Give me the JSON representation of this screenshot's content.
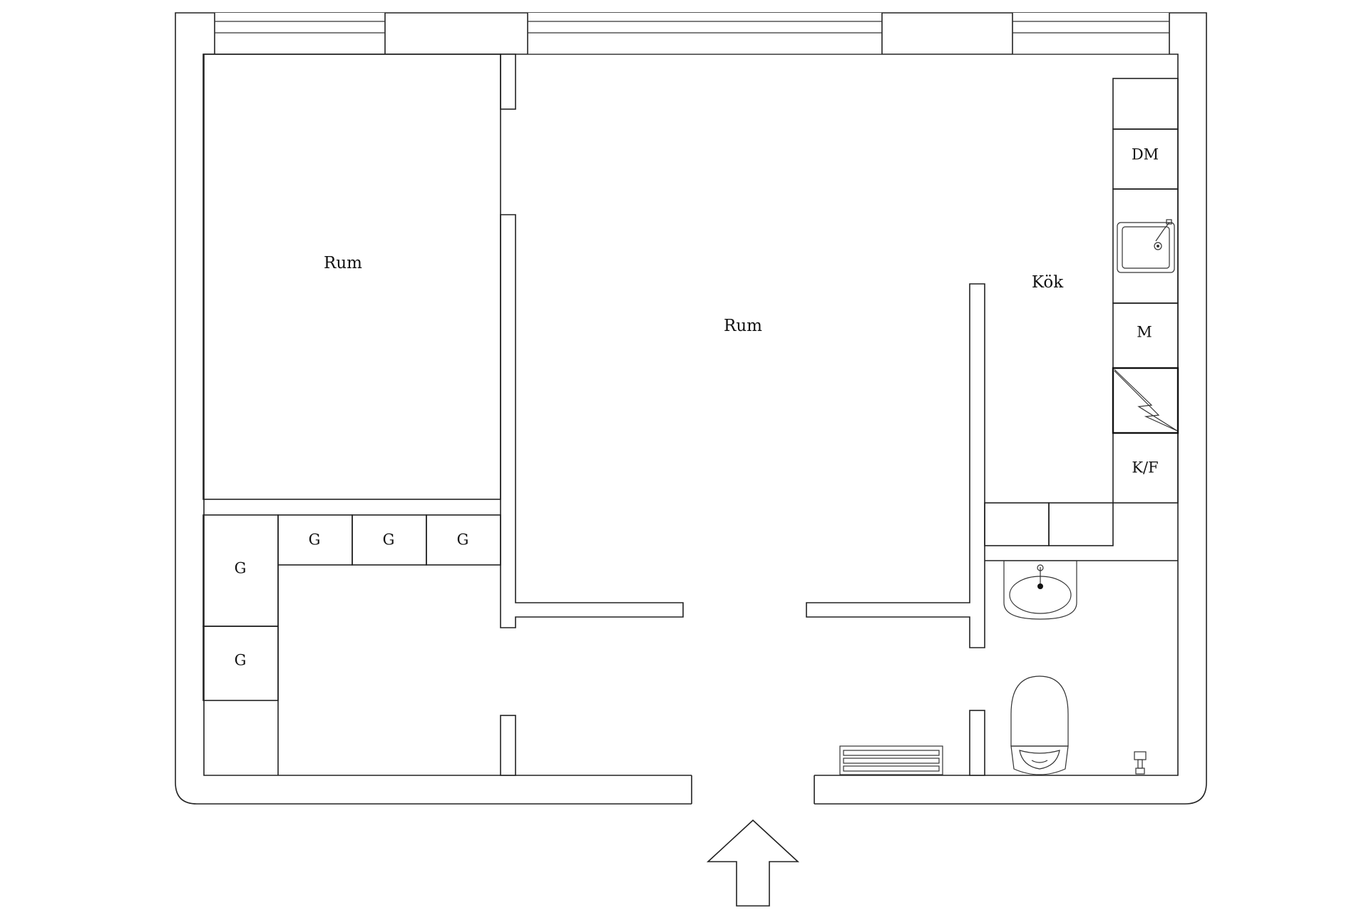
{
  "labels": {
    "room_left": "Rum",
    "room_center": "Rum",
    "kitchen": "Kök",
    "dishwasher": "DM",
    "microwave": "M",
    "fridge_freezer": "K/F",
    "wardrobe_1": "G",
    "wardrobe_2": "G",
    "wardrobe_3": "G",
    "wardrobe_4": "G",
    "wardrobe_5": "G"
  },
  "icons": {
    "entrance": "entrance-arrow-icon",
    "sink": "kitchen-sink-icon",
    "stove": "stove-icon",
    "basin": "wash-basin-icon",
    "toilet": "toilet-icon",
    "radiator": "radiator-icon",
    "tap": "floor-drain-icon"
  },
  "colors": {
    "line": "#222222",
    "background": "#ffffff"
  }
}
